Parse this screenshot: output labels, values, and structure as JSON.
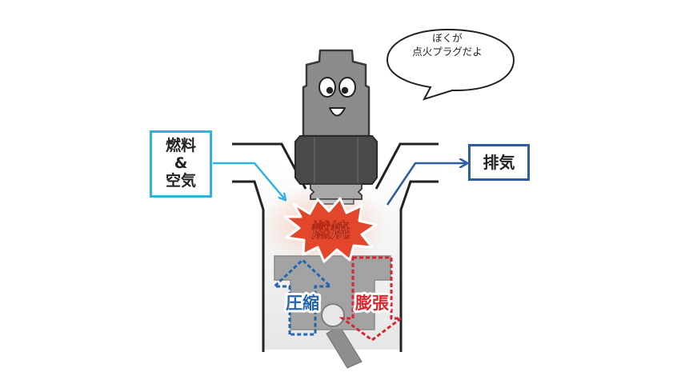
{
  "speech_bubble": {
    "line1": "ぼくが",
    "line2": "点火プラグだよ"
  },
  "fuel_label": {
    "line1": "燃料",
    "line2": "&",
    "line3": "空気"
  },
  "exhaust_label": "排気",
  "combustion_label": "燃焼",
  "compression_label": "圧縮",
  "expansion_label": "膨張",
  "colors": {
    "intake": "#2fb2e0",
    "exhaust": "#2d5fa0",
    "combustion": "#e2472b",
    "compression": "#2366b0",
    "expansion": "#d8262e",
    "plug_body": "#8c8c8c",
    "plug_hex": "#4a4a4a"
  },
  "icons": {
    "spark_plug": "spark-plug-character",
    "burst": "explosion-burst"
  }
}
